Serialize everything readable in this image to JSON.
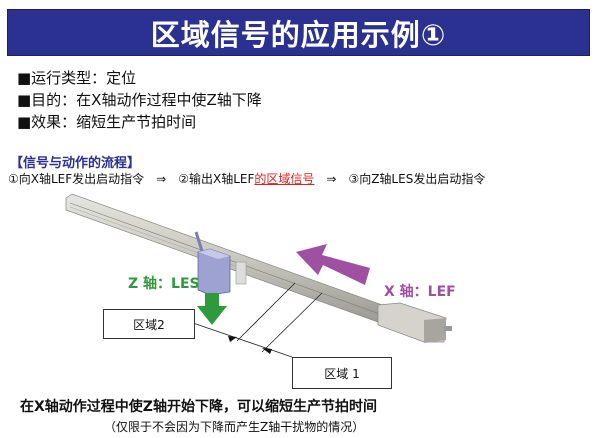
{
  "title": "区域信号的应用示例①",
  "bullets": [
    "■运行类型：定位",
    "■目的：在X轴动作过程中使Z轴下降",
    "■效果：缩短生产节拍时间"
  ],
  "flow": {
    "heading": "【信号与动作的流程】",
    "step1": "①向X轴LEF发出启动指令",
    "arrow": "⇒",
    "step2_prefix": "②输出X轴LEF",
    "step2_highlight": "的区域信号",
    "step3": "③向Z轴LES发出启动指令"
  },
  "diagram": {
    "z_axis_label": "Z 轴：LES",
    "x_axis_label": "X 轴：LEF",
    "zone2": "区域2",
    "zone1": "区域 1"
  },
  "summary": "在X轴动作过程中使Z轴开始下降，可以缩短生产节拍时间",
  "note": "（仅限于不会因为下降而产生Z轴干扰物的情况）",
  "colors": {
    "title_bg": "#2b3190",
    "highlight": "#e02020",
    "z_axis": "#2e9a3c",
    "x_axis": "#a050a0"
  }
}
